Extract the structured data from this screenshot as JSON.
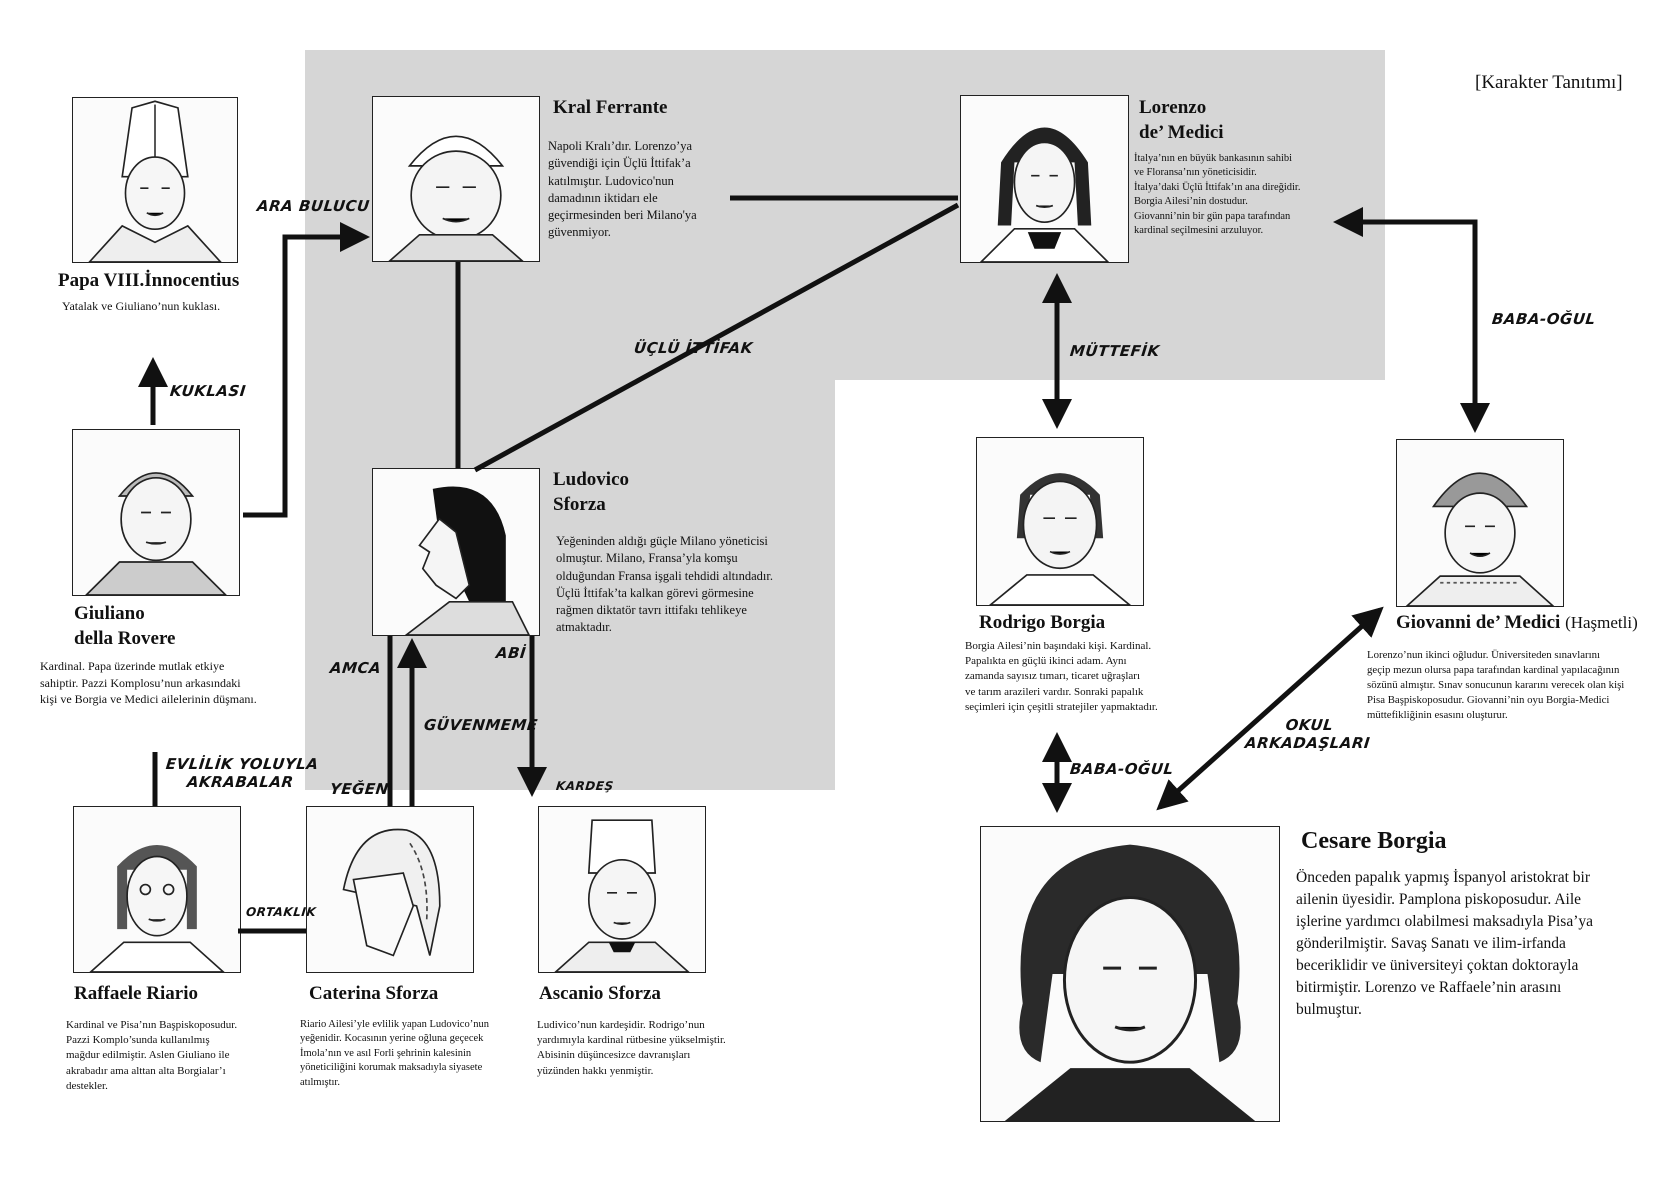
{
  "page_heading": "[Karakter Tanıtımı]",
  "characters": [
    {
      "id": "innocentius",
      "name_lines": [
        "Papa VIII.İnnocentius"
      ],
      "desc": [
        "Yatalak ve Giuliano’nun kuklası."
      ]
    },
    {
      "id": "ferrante",
      "name_lines": [
        "Kral Ferrante"
      ],
      "desc": [
        "Napoli Kralı’dır. Lorenzo’ya",
        "güvendiği için Üçlü İttifak’a",
        "katılmıştır. Ludovico'nun",
        "damadının iktidarı ele",
        "geçirmesinden beri Milano'ya",
        "güvenmiyor."
      ]
    },
    {
      "id": "lorenzo",
      "name_lines": [
        "Lorenzo",
        "de’ Medici"
      ],
      "desc": [
        "İtalya’nın en büyük bankasının sahibi",
        "ve Floransa’nın yöneticisidir.",
        "İtalya’daki Üçlü İttifak’ın ana direğidir.",
        "Borgia Ailesi’nin dostudur.",
        "Giovanni’nin bir gün papa tarafından",
        "kardinal seçilmesini arzuluyor."
      ]
    },
    {
      "id": "giuliano",
      "name_lines": [
        "Giuliano",
        "della Rovere"
      ],
      "desc": [
        "Kardinal. Papa üzerinde mutlak etkiye",
        "sahiptir. Pazzi Komplosu’nun arkasındaki",
        "kişi ve Borgia ve Medici ailelerinin düşmanı."
      ]
    },
    {
      "id": "ludovico",
      "name_lines": [
        "Ludovico",
        "Sforza"
      ],
      "desc": [
        "Yeğeninden aldığı güçle Milano yöneticisi",
        "olmuştur. Milano, Fransa’yla komşu",
        "olduğundan Fransa işgali tehdidi altındadır.",
        "Üçlü İttifak’ta kalkan görevi görmesine",
        "rağmen diktatör tavrı ittifakı tehlikeye",
        "atmaktadır."
      ]
    },
    {
      "id": "rodrigo",
      "name_lines": [
        "Rodrigo Borgia"
      ],
      "desc": [
        "Borgia Ailesi’nin başındaki kişi. Kardinal.",
        "Papalıkta en güçlü ikinci adam. Aynı",
        "zamanda sayısız tımarı, ticaret uğraşları",
        "ve tarım arazileri vardır. Sonraki papalık",
        "seçimleri için çeşitli stratejiler yapmaktadır."
      ]
    },
    {
      "id": "giovanni",
      "name_lines": [
        "Giovanni de’ Medici"
      ],
      "name_suffix": "(Haşmetli)",
      "desc": [
        "Lorenzo’nun ikinci oğludur. Üniversiteden sınavlarını",
        "geçip mezun olursa papa tarafından kardinal yapılacağının",
        "sözünü almıştır. Sınav sonucunun kararını verecek olan kişi",
        "Pisa Başpiskoposudur. Giovanni’nin oyu Borgia-Medici",
        "müttefikliğinin esasını oluşturur."
      ]
    },
    {
      "id": "raffaele",
      "name_lines": [
        "Raffaele Riario"
      ],
      "desc": [
        "Kardinal ve Pisa’nın Başpiskoposudur.",
        "Pazzi Komplo’sunda kullanılmış",
        "mağdur edilmiştir. Aslen Giuliano ile",
        "akrabadır ama alttan alta Borgialar’ı",
        "destekler."
      ]
    },
    {
      "id": "caterina",
      "name_lines": [
        "Caterina Sforza"
      ],
      "desc": [
        "Riario Ailesi’yle evlilik yapan Ludovico’nun",
        "yeğenidir. Kocasının yerine oğluna geçecek",
        "İmola’nın ve asıl Forli şehrinin kalesinin",
        "yöneticiliğini korumak maksadıyla siyasete",
        "atılmıştır."
      ]
    },
    {
      "id": "ascanio",
      "name_lines": [
        "Ascanio Sforza"
      ],
      "desc": [
        "Ludivico’nun kardeşidir. Rodrigo’nun",
        "yardımıyla kardinal rütbesine yükselmiştir.",
        "Abisinin düşüncesizce davranışları",
        "yüzünden hakkı yenmiştir."
      ]
    },
    {
      "id": "cesare",
      "name_lines": [
        "Cesare Borgia"
      ],
      "desc": [
        "Önceden papalık yapmış İspanyol aristokrat bir",
        "ailenin üyesidir. Pamplona piskoposudur. Aile",
        "işlerine yardımcı olabilmesi maksadıyla Pisa’ya",
        "gönderilmiştir. Savaş Sanatı ve ilim-irfanda",
        "beceriklidir ve üniversiteyi çoktan doktorayla",
        "bitirmiştir. Lorenzo ve Raffaele’nin arasını",
        "bulmuştur."
      ]
    }
  ],
  "relations": {
    "ara_bulucu": "ARA BULUCU",
    "kuklasi": "KUKLASI",
    "uclu_ittifak": "ÜÇLÜ İTTİFAK",
    "muttefik": "MÜTTEFİK",
    "baba_ogul_1": "BABA-OĞUL",
    "baba_ogul_2": "BABA-OĞUL",
    "amca": "AMCA",
    "abi": "ABİ",
    "guvenmeme": "GÜVENMEME",
    "evlilik": [
      "EVLİLİK YOLUYLA",
      "AKRABALAR"
    ],
    "yegen": "YEĞEN",
    "kardes": "KARDEŞ",
    "ortaklik": "ORTAKLIK",
    "okul": [
      "OKUL",
      "ARKADAŞLARI"
    ]
  }
}
